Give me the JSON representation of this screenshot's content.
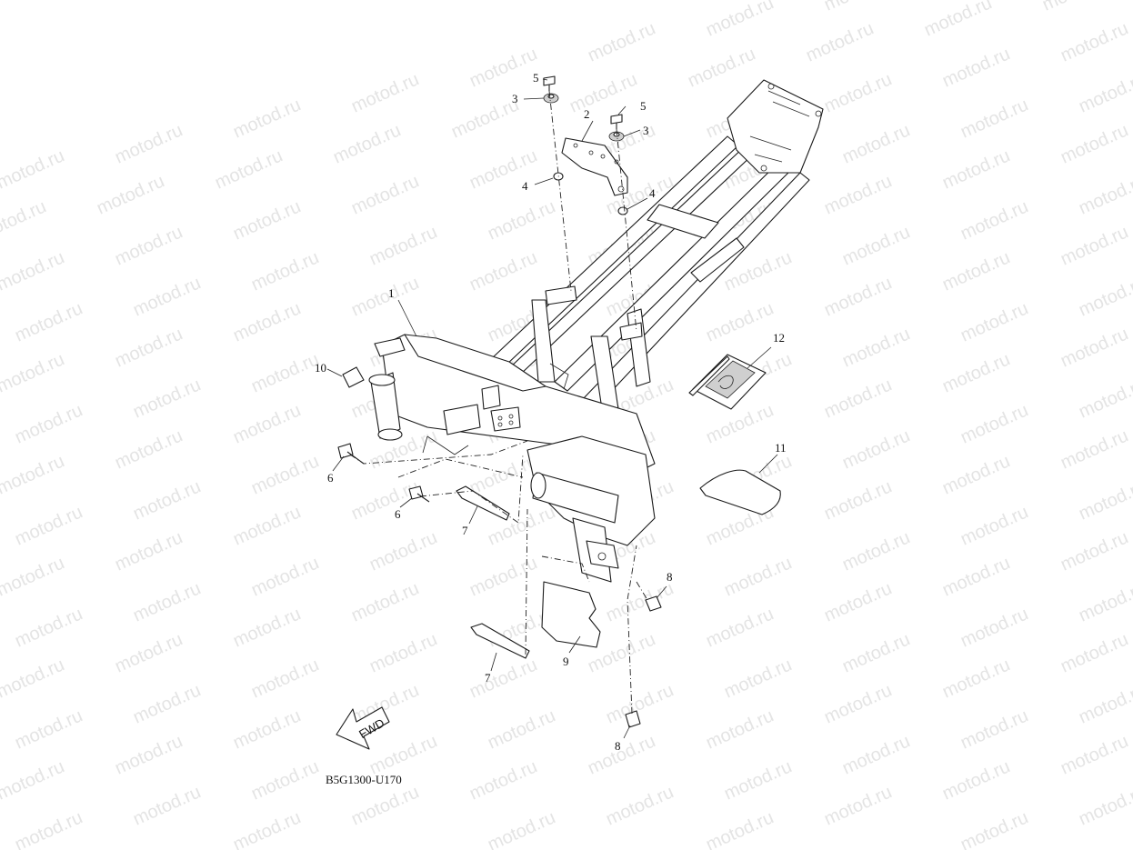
{
  "watermark": {
    "text": "motod.ru"
  },
  "diagram": {
    "code": "B5G1300-U170",
    "fwd_label": "FWD",
    "callouts": {
      "c1": "1",
      "c2": "2",
      "c3a": "3",
      "c3b": "3",
      "c4a": "4",
      "c4b": "4",
      "c5a": "5",
      "c5b": "5",
      "c6a": "6",
      "c6b": "6",
      "c7a": "7",
      "c7b": "7",
      "c8a": "8",
      "c8b": "8",
      "c9": "9",
      "c10": "10",
      "c11": "11",
      "c12": "12"
    }
  }
}
